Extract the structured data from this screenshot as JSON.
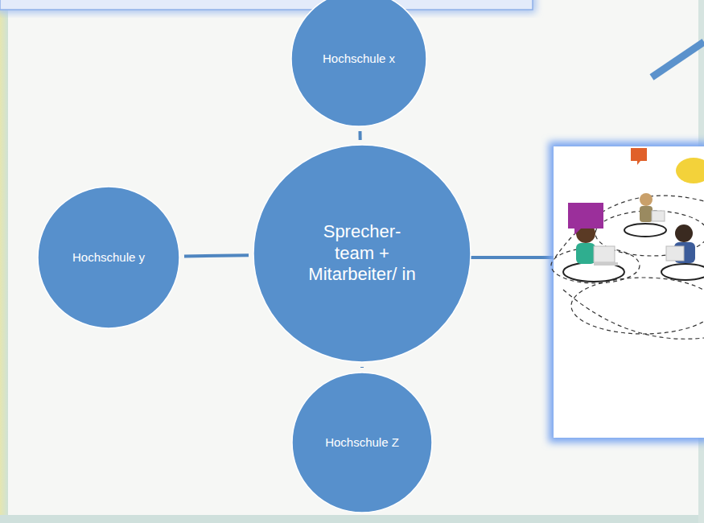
{
  "diagram": {
    "nodes": [
      {
        "text": [
          "Hochschule x"
        ]
      },
      {
        "text": [
          "Hochschule y"
        ]
      },
      {
        "text": [
          "Sprecher- team + Mitarbeiter/ in"
        ]
      },
      {
        "text": [
          "Hochschule Z"
        ]
      }
    ],
    "edges": [
      {
        "from": 2,
        "to": 0,
        "arrow": "none"
      },
      {
        "from": 2,
        "to": 1,
        "arrow": "none"
      },
      {
        "from": 2,
        "to": 3,
        "arrow": "none"
      }
    ]
  }
}
